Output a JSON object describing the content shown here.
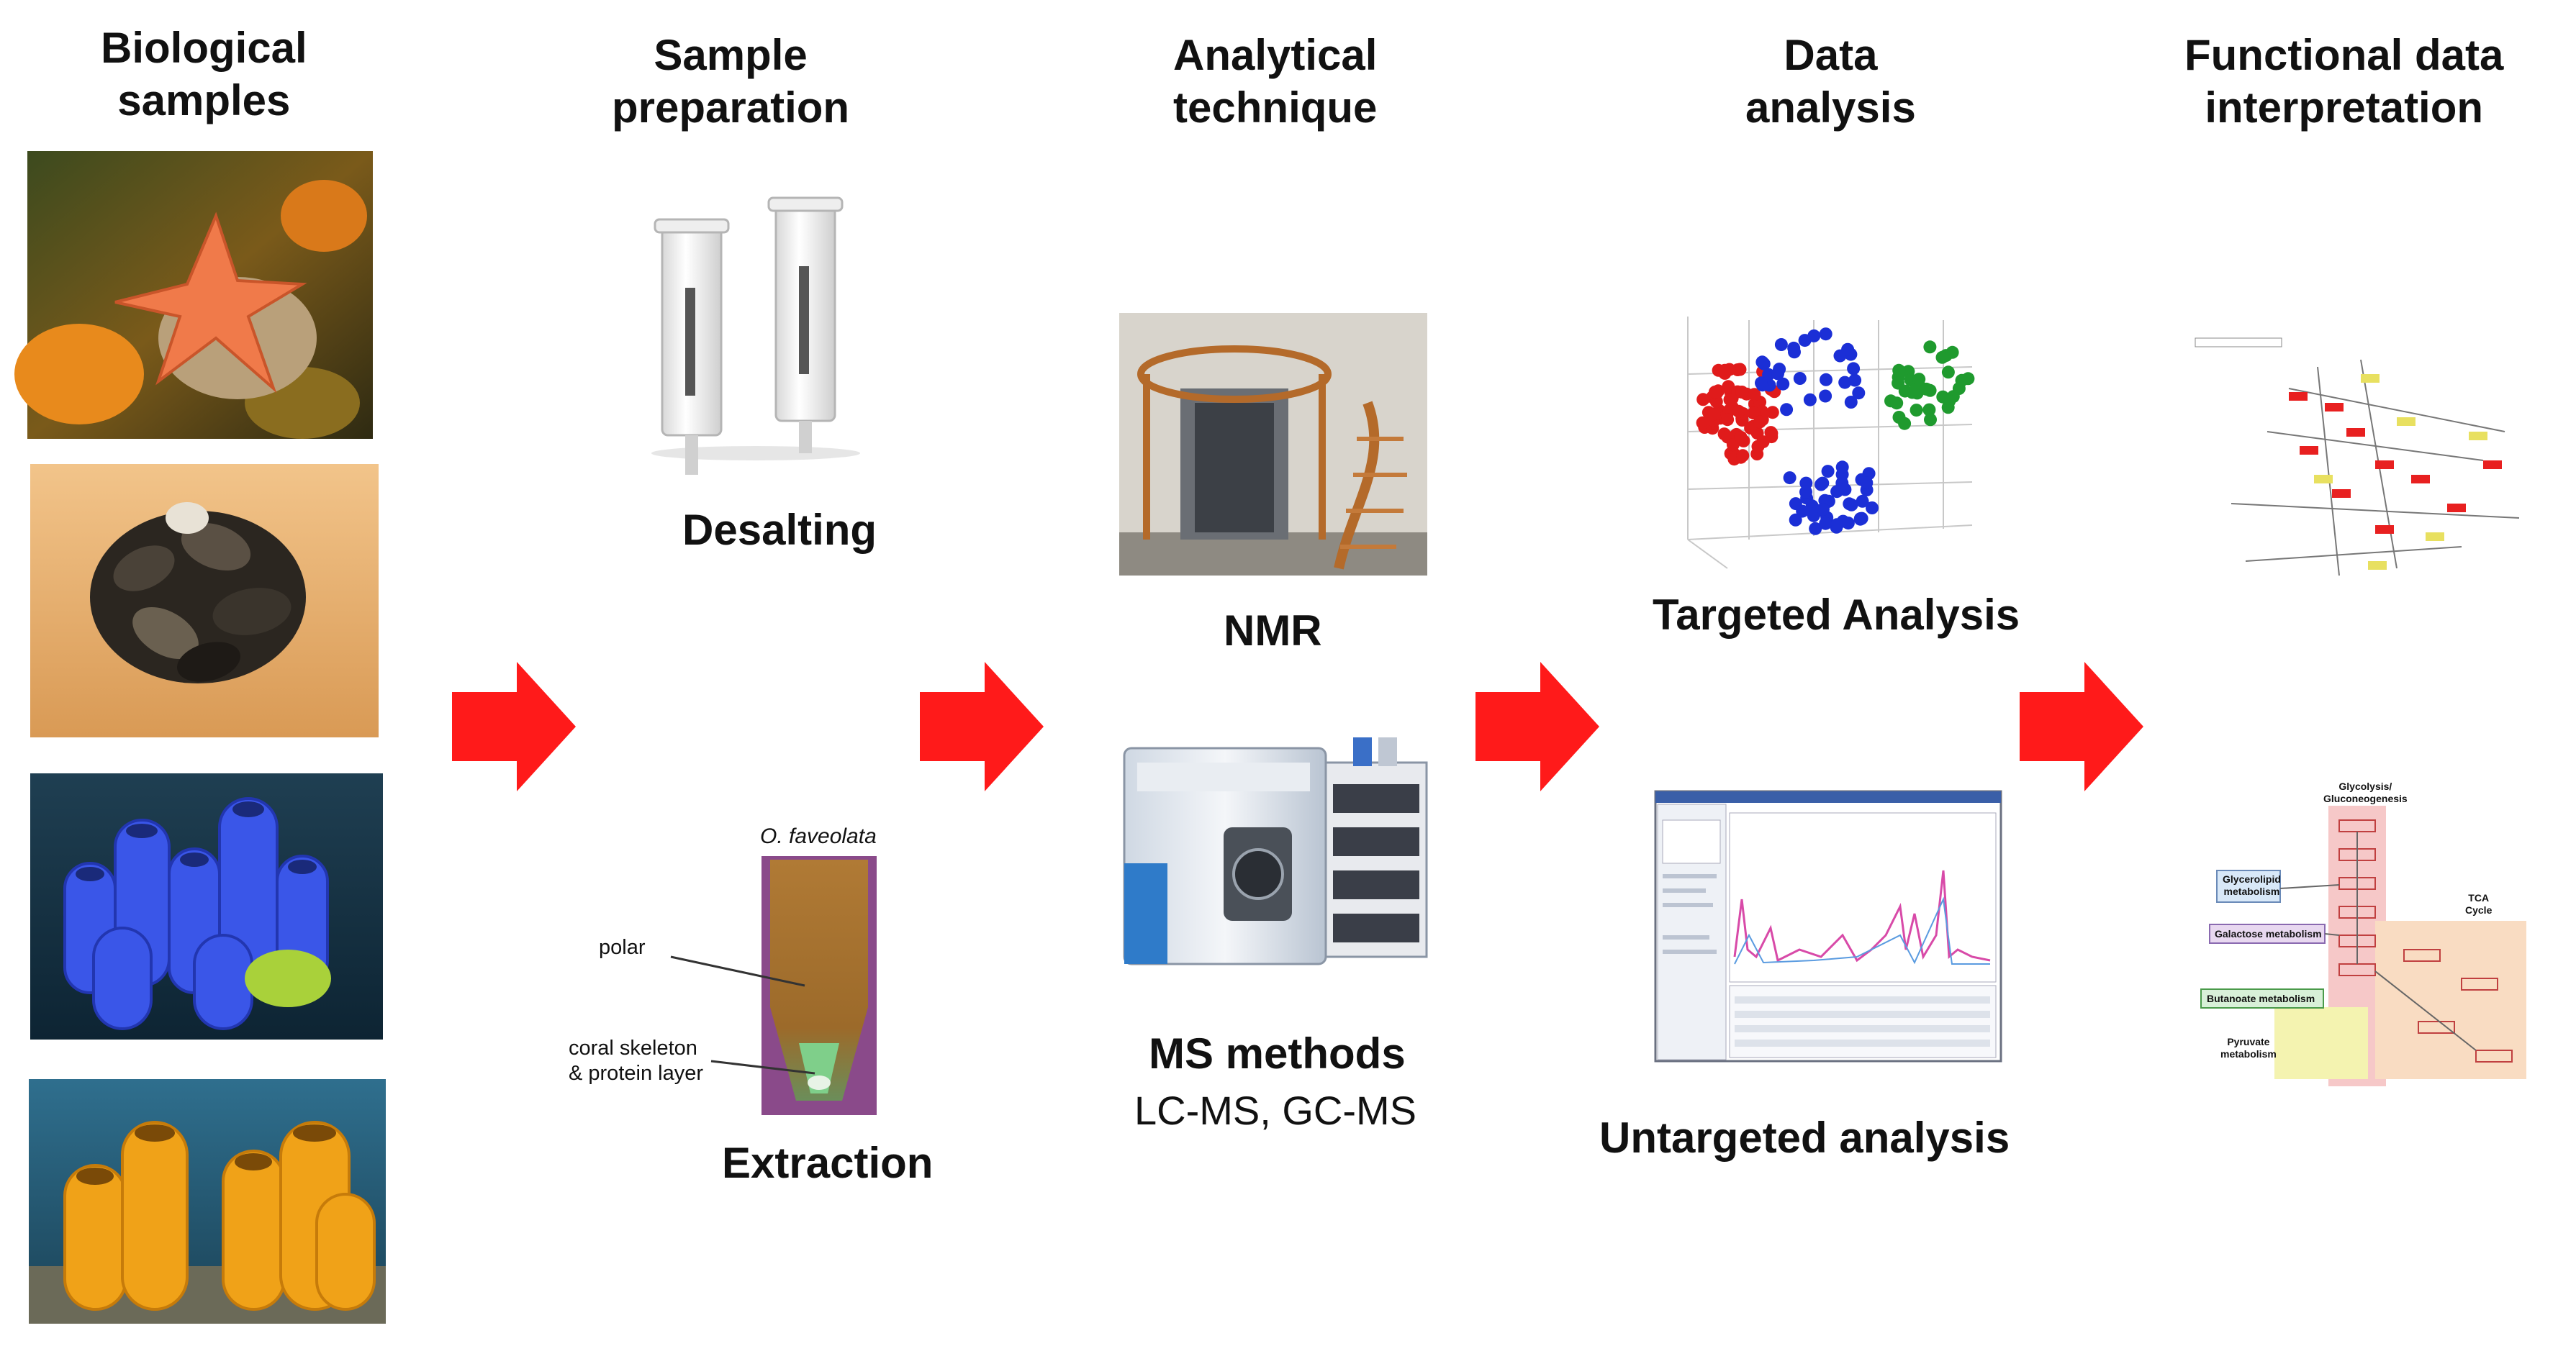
{
  "stages": [
    {
      "id": "biological",
      "line1": "Biological",
      "line2": "samples"
    },
    {
      "id": "prep",
      "line1": "Sample",
      "line2": "preparation"
    },
    {
      "id": "analytical",
      "line1": "Analytical",
      "line2": "technique"
    },
    {
      "id": "data",
      "line1": "Data",
      "line2": "analysis"
    },
    {
      "id": "functional",
      "line1": "Functional data",
      "line2": "interpretation"
    }
  ],
  "prep": {
    "desalting": "Desalting",
    "extraction": "Extraction",
    "species": "O. faveolata",
    "polar": "polar",
    "skeleton_line1": "coral skeleton",
    "skeleton_line2": "& protein layer"
  },
  "analytical": {
    "nmr": "NMR",
    "ms": "MS methods",
    "ms_sub": "LC-MS, GC-MS"
  },
  "analysis": {
    "targeted": "Targeted Analysis",
    "untargeted": "Untargeted analysis"
  },
  "pathway": {
    "glycolysis_line1": "Glycolysis/",
    "glycolysis_line2": "Gluconeogenesis",
    "tca_line1": "TCA",
    "tca_line2": "Cycle",
    "glycerolipid_line1": "Glycerolipid",
    "glycerolipid_line2": "metabolism",
    "galactose": "Galactose metabolism",
    "butanoate": "Butanoate metabolism",
    "pyruvate_line1": "Pyruvate",
    "pyruvate_line2": "metabolism"
  },
  "colors": {
    "arrow": "#ff1a1a",
    "pca_red": "#e01b1b",
    "pca_blue": "#1b2fd6",
    "pca_green": "#1f9a2e"
  }
}
